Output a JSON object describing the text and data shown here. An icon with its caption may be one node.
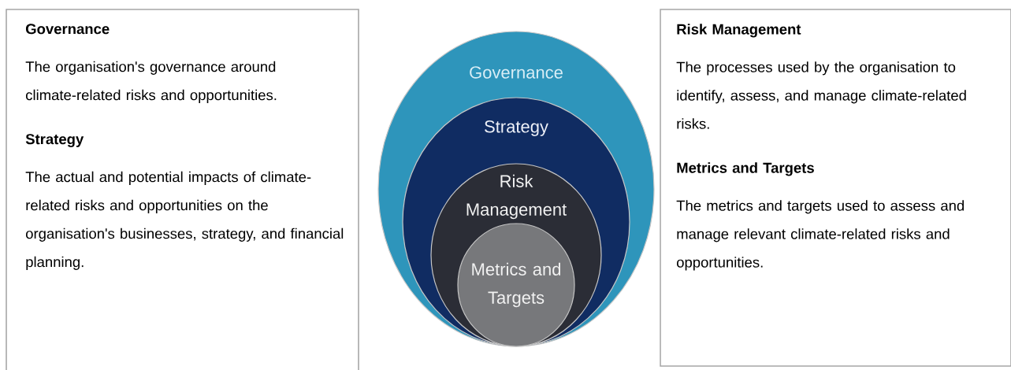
{
  "diagram": {
    "nodes": [
      {
        "text": [
          "Governance",
          "The organisation's governance around climate-related risks and opportunities.",
          "Strategy",
          "The actual and potential impacts of climate-related risks and opportunities on the organisation's businesses, strategy, and financial planning."
        ]
      },
      {
        "text": [
          "Governance"
        ]
      },
      {
        "text": [
          "Strategy"
        ],
        "in": 1
      },
      {
        "text": [
          "Risk Management"
        ],
        "in": 2
      },
      {
        "text": [
          "Metrics and Targets"
        ],
        "in": 3
      },
      {
        "text": [
          "Risk Management",
          "The processes used by the organisation to identify, assess, and manage climate-related risks.",
          "Metrics and Targets",
          "The metrics and targets used to assess and manage relevant climate-related risks and opportunities."
        ]
      }
    ]
  }
}
